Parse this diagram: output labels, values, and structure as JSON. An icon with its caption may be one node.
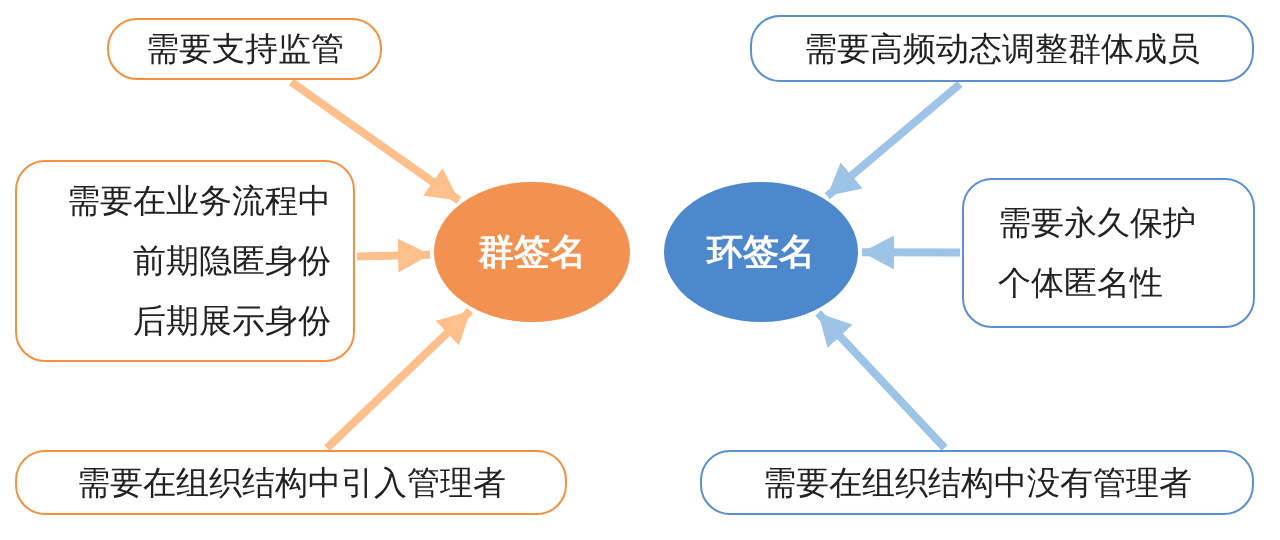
{
  "diagram": {
    "nodes": [
      {
        "text": [
          "群签名"
        ]
      },
      {
        "text": [
          "需要支持监管"
        ]
      },
      {
        "text": [
          "需要在业务流程中",
          "前期隐匿身份",
          "后期展示身份"
        ]
      },
      {
        "text": [
          "需要在组织结构中引入管理者"
        ]
      },
      {
        "text": [
          "环签名"
        ]
      },
      {
        "text": [
          "需要高频动态调整群体成员"
        ]
      },
      {
        "text": [
          "需要永久保护个体匿名性"
        ]
      },
      {
        "text": [
          "需要在组织结构中没有管理者"
        ]
      }
    ],
    "edges": [
      {
        "from": 1,
        "to": 0,
        "arrow": "to",
        "color": "#fdc08c"
      },
      {
        "from": 2,
        "to": 0,
        "arrow": "to",
        "color": "#fdc08c"
      },
      {
        "from": 3,
        "to": 0,
        "arrow": "to",
        "color": "#fdc08c"
      },
      {
        "from": 5,
        "to": 4,
        "arrow": "to",
        "color": "#9dc3e6"
      },
      {
        "from": 6,
        "to": 4,
        "arrow": "to",
        "color": "#9dc3e6"
      },
      {
        "from": 7,
        "to": 4,
        "arrow": "to",
        "color": "#9dc3e6"
      }
    ]
  }
}
